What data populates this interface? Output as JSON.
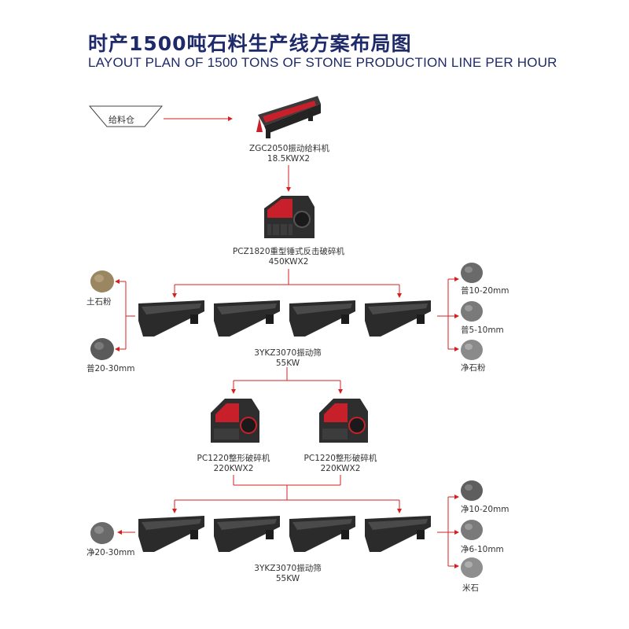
{
  "header": {
    "title_cn": "时产1500吨石料生产线方案布局图",
    "title_en": "LAYOUT PLAN OF 1500 TONS OF STONE PRODUCTION LINE PER HOUR"
  },
  "feed_bin": {
    "label": "给料仓"
  },
  "feeder": {
    "model": "ZGC2050振动给料机",
    "power": "18.5KWX2"
  },
  "impact_crusher": {
    "model": "PCZ1820重型锤式反击破碎机",
    "power": "450KWX2"
  },
  "screen_1": {
    "model": "3YKZ3070振动筛",
    "power": "55KW"
  },
  "shaping_crusher_left": {
    "model": "PC1220整形破碎机",
    "power": "220KWX2"
  },
  "shaping_crusher_right": {
    "model": "PC1220整形破碎机",
    "power": "220KWX2"
  },
  "screen_2": {
    "model": "3YKZ3070振动筛",
    "power": "55KW"
  },
  "products_stage1_left": [
    "土石粉",
    "普20-30mm"
  ],
  "products_stage1_right": [
    "普10-20mm",
    "普5-10mm",
    "净石粉"
  ],
  "products_stage2_left": [
    "净20-30mm"
  ],
  "products_stage2_right": [
    "净10-20mm",
    "净6-10mm",
    "米石"
  ],
  "colors": {
    "title": "#1f2a6b",
    "arrow": "#d62020",
    "machine_dark": "#2b2b2b",
    "machine_accent": "#c8202a"
  }
}
